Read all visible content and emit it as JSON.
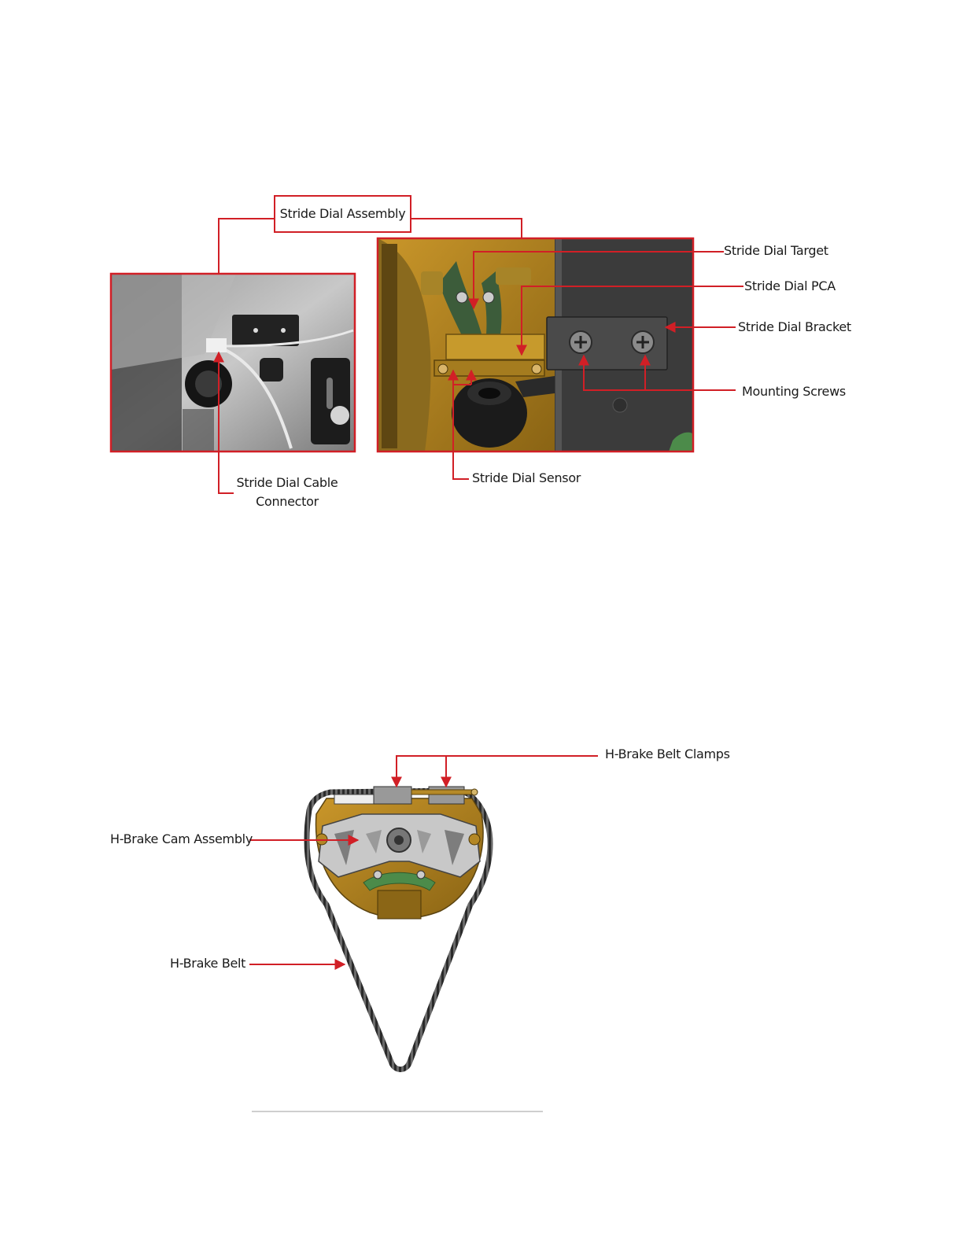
{
  "figure1": {
    "title_box": "Stride Dial Assembly",
    "labels": {
      "target": "Stride Dial Target",
      "pca": "Stride Dial PCA",
      "bracket": "Stride Dial Bracket",
      "screws": "Mounting Screws",
      "sensor": "Stride Dial Sensor",
      "cable_line1": "Stride Dial Cable",
      "cable_line2": "Connector"
    },
    "colors": {
      "callout": "#d11f26"
    }
  },
  "figure2": {
    "labels": {
      "clamps": "H-Brake Belt Clamps",
      "cam": "H-Brake Cam Assembly",
      "belt": "H-Brake Belt"
    }
  }
}
